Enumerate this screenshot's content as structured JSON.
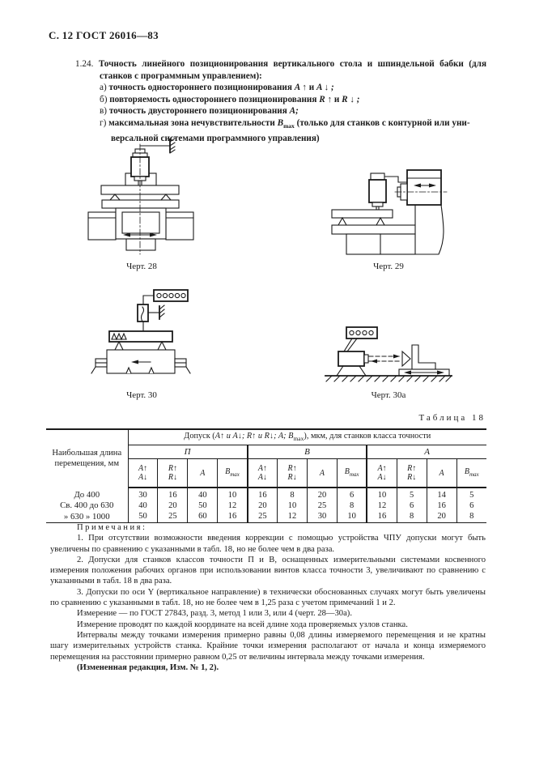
{
  "colors": {
    "ink": "#1b1b1b",
    "paper": "#ffffff"
  },
  "page": {
    "header": "С. 12 ГОСТ 26016—83"
  },
  "clause": {
    "number": "1.24.",
    "intro": "Точность линейного позиционирования вертикального стола и шпиндельной бабки (для станков с программным управлением):",
    "items": [
      {
        "letter": "а)",
        "text": "точность одностороннего позиционирования",
        "f1": "A ↑",
        "conj": "и",
        "f2": "A ↓ ;"
      },
      {
        "letter": "б)",
        "text": "повторяемость одностороннего позиционирования",
        "f1": "R ↑",
        "conj": "и",
        "f2": "R ↓ ;"
      },
      {
        "letter": "в)",
        "text": "точность двустороннего позиционирования",
        "f1": "A;",
        "conj": "",
        "f2": ""
      }
    ],
    "item_g": {
      "letter": "г)",
      "before": "максимальная зона нечувствительности",
      "sym": "B",
      "sub": "max",
      "after1": "(только для станков с контурной или уни-",
      "after2": "версальной системами программного управления)"
    }
  },
  "figures": {
    "fig28": {
      "caption": "Черт. 28"
    },
    "fig29": {
      "caption": "Черт. 29"
    },
    "fig30": {
      "caption": "Черт. 30"
    },
    "fig30a": {
      "caption": "Черт. 30а"
    }
  },
  "table": {
    "label": "Таблица 18",
    "col1_l1": "Наибольшая длина",
    "col1_l2": "перемещения, мм",
    "span_before": "Допуск (",
    "span_formula": "A↑ и A↓; R↑ и R↓; A; B",
    "span_sub": "max",
    "span_after": "), мкм, для станков класса точности",
    "groups": [
      "П",
      "В",
      "А"
    ],
    "subcols": [
      {
        "l1": "A↑",
        "l2": "A↓"
      },
      {
        "l1": "R↑",
        "l2": "R↓"
      },
      {
        "l1": "A",
        "l2": ""
      },
      {
        "l1": "B",
        "sub": "max",
        "l2": ""
      }
    ],
    "rows": [
      {
        "label": "До 400",
        "values": [
          30,
          16,
          40,
          10,
          16,
          8,
          20,
          6,
          10,
          5,
          14,
          5
        ]
      },
      {
        "label": "Св. 400 до 630",
        "values": [
          40,
          20,
          50,
          12,
          20,
          10,
          25,
          8,
          12,
          6,
          16,
          6
        ]
      },
      {
        "label": "»  630  »  1000",
        "values": [
          50,
          25,
          60,
          16,
          25,
          12,
          30,
          10,
          16,
          8,
          20,
          8
        ]
      }
    ]
  },
  "notes": {
    "heading": "Примечания:",
    "items": [
      "1. При отсутствии возможности введения коррекции с помощью устройства ЧПУ допуски могут быть увеличены по сравнению с указанными в табл. 18, но не более чем в два раза.",
      "2. Допуски для станков классов точности П и В, оснащенных измерительными системами косвенного измерения положения рабочих органов при использовании винтов класса точности 3, увеличивают по сравнению с указанными в табл. 18 в два раза.",
      "3. Допуски по оси Y (вертикальное направление) в технически обоснованных случаях могут быть увеличены по сравнению с указанными в табл. 18, но не более чем в 1,25 раза с учетом примечаний 1 и 2."
    ],
    "measurement_ref": "Измерение — по ГОСТ 27843, разд. 3, метод 1 или 3, или 4 (черт. 28—30а)."
  },
  "closing": {
    "p1": "Измерение проводят по каждой координате на всей длине хода проверяемых узлов станка.",
    "p2": "Интервалы между точками измерения примерно равны 0,08 длины измеряемого перемещения и не кратны шагу измерительных устройств станка. Крайние точки измерения располагают от начала и конца измеряемого перемещения на расстоянии примерно равном 0,25 от величины интервала между точками измерения.",
    "p3": "(Измененная редакция, Изм. № 1, 2)."
  }
}
